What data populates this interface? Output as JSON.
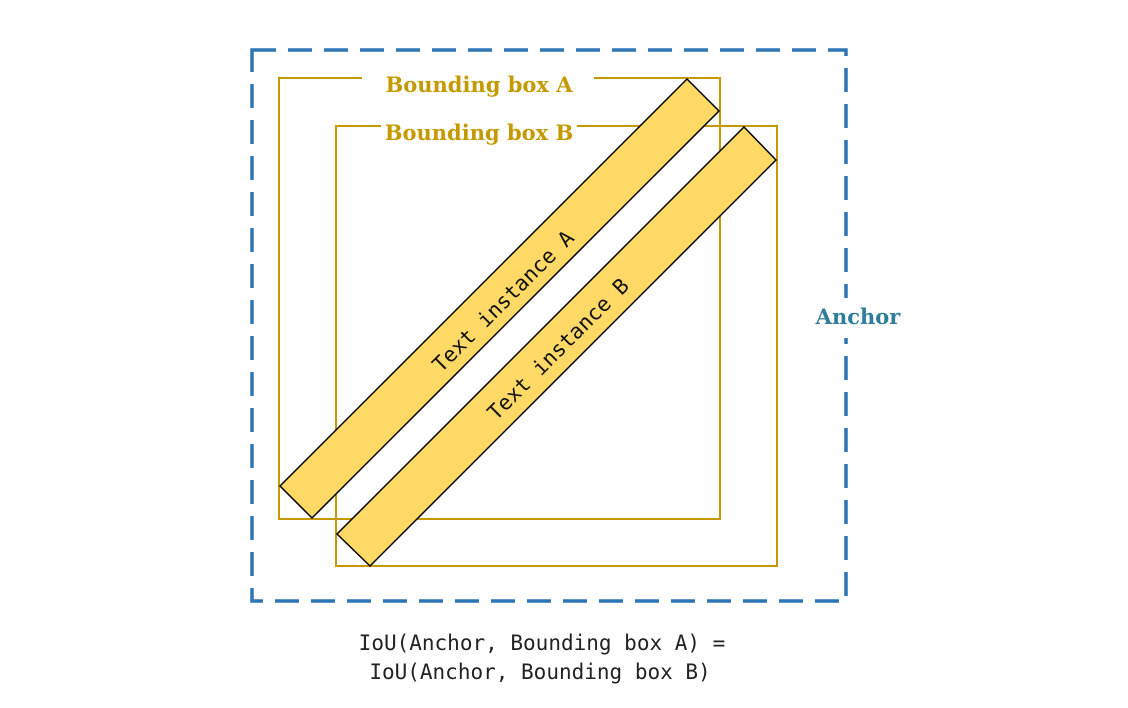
{
  "labels": {
    "bbox_a": "Bounding box A",
    "bbox_b": "Bounding box B",
    "anchor": "Anchor",
    "text_a": "Text instance A",
    "text_b": "Text instance B"
  },
  "caption": {
    "line1": "IoU(Anchor, Bounding box A) =",
    "line2": "IoU(Anchor, Bounding box B)"
  },
  "colors": {
    "anchor_stroke": "#2E75B6",
    "anchor_text": "#2E7D9A",
    "bbox_stroke": "#C49A00",
    "bbox_text": "#C49A00",
    "text_fill": "#FFD966",
    "text_stroke": "#000000",
    "caption_text": "#222222"
  }
}
